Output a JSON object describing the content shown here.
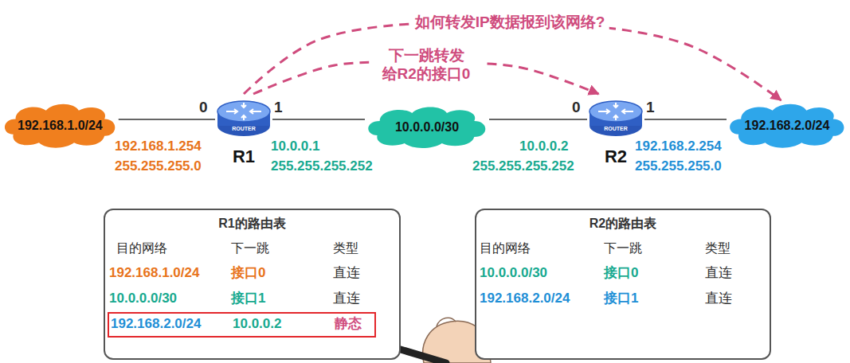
{
  "diagram": {
    "nodes": [
      {
        "text": [
          "192.168.1.0/24"
        ]
      },
      {
        "text": [
          "ROUTER",
          "R1"
        ]
      },
      {
        "text": [
          "10.0.0.0/30"
        ]
      },
      {
        "text": [
          "ROUTER",
          "R2"
        ]
      },
      {
        "text": [
          "192.168.2.0/24"
        ]
      },
      {
        "text": [
          "R1的路由表"
        ]
      },
      {
        "text": [
          "192.168.2.0/24",
          "10.0.0.2",
          "静态"
        ],
        "in": 5
      },
      {
        "text": [
          "R2的路由表"
        ]
      }
    ],
    "edges": [
      {
        "from": 0,
        "to": 1,
        "arrow": "none"
      },
      {
        "from": 1,
        "to": 2,
        "arrow": "none"
      },
      {
        "from": 2,
        "to": 3,
        "arrow": "none"
      },
      {
        "from": 3,
        "to": 4,
        "arrow": "none"
      },
      {
        "from": 1,
        "to": 4,
        "label": "如何转发IP数据报到该网络?",
        "arrow": "to"
      },
      {
        "from": 1,
        "to": 3,
        "label": "下一跳转发 给R2的接口0",
        "arrow": "to"
      }
    ],
    "labels": [
      "0",
      "1",
      "192.168.1.254",
      "255.255.255.0",
      "10.0.0.1",
      "255.255.255.252",
      "0",
      "1",
      "10.0.0.2",
      "255.255.255.252",
      "192.168.2.254",
      "255.255.255.0",
      "目的网络",
      "下一跳",
      "类型",
      "192.168.1.0/24",
      "接口0",
      "直连",
      "10.0.0.0/30",
      "接口1",
      "直连",
      "目的网络",
      "下一跳",
      "类型",
      "10.0.0.0/30",
      "接口0",
      "直连",
      "192.168.2.0/24",
      "接口1",
      "直连"
    ]
  }
}
